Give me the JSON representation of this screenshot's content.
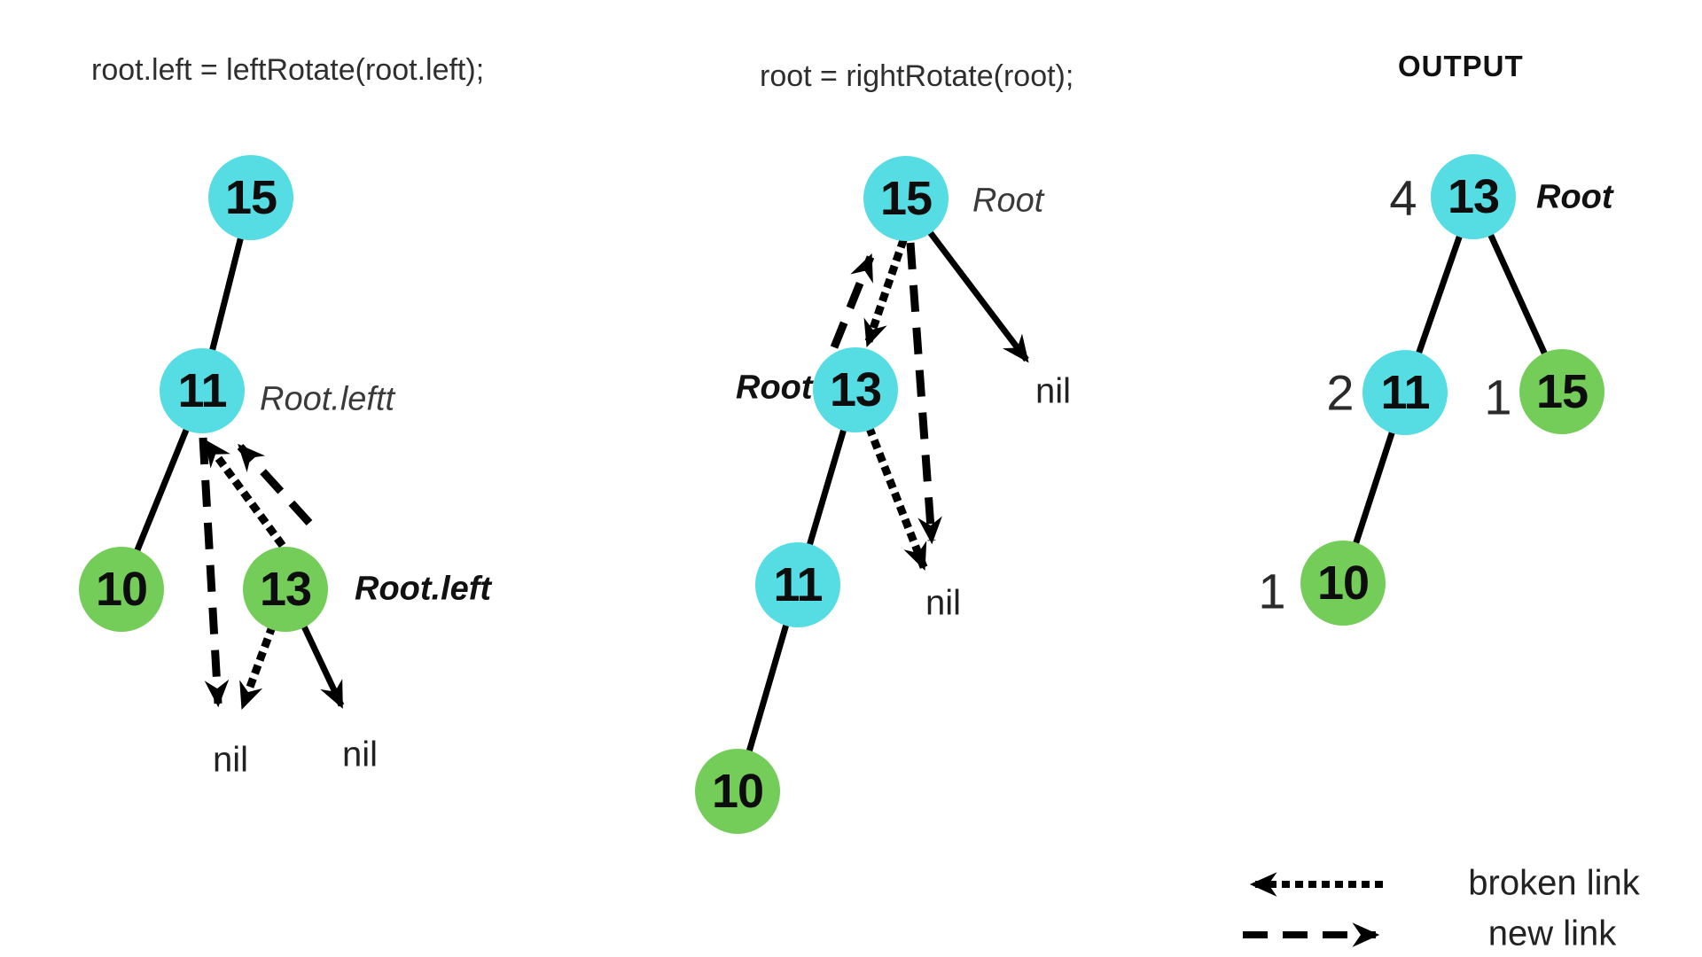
{
  "colors": {
    "node_cyan": "#56dce3",
    "node_green": "#74cd58",
    "line": "#000000"
  },
  "panels": {
    "left": {
      "title": "root.left = leftRotate(root.left);",
      "nodes": [
        {
          "value": "15"
        },
        {
          "value": "11"
        },
        {
          "value": "10"
        },
        {
          "value": "13"
        }
      ],
      "pointer_labels": [
        {
          "text": "Root.leftt"
        },
        {
          "text": "Root.left"
        }
      ],
      "nil_labels": [
        {
          "text": "nil"
        },
        {
          "text": "nil"
        }
      ]
    },
    "middle": {
      "title": "root = rightRotate(root);",
      "nodes": [
        {
          "value": "15"
        },
        {
          "value": "13"
        },
        {
          "value": "11"
        },
        {
          "value": "10"
        }
      ],
      "pointer_labels": [
        {
          "text": "Root"
        },
        {
          "text": "Root"
        }
      ],
      "nil_labels": [
        {
          "text": "nil"
        },
        {
          "text": "nil"
        }
      ]
    },
    "output": {
      "title": "OUTPUT",
      "root_label": "Root",
      "nodes": [
        {
          "value": "13",
          "height": "4"
        },
        {
          "value": "11",
          "height": "2"
        },
        {
          "value": "15",
          "height": "1"
        },
        {
          "value": "10",
          "height": "1"
        }
      ]
    }
  },
  "legend": {
    "items": [
      {
        "style": "dotted",
        "label": "broken link"
      },
      {
        "style": "dashed",
        "label": "new link"
      }
    ]
  }
}
